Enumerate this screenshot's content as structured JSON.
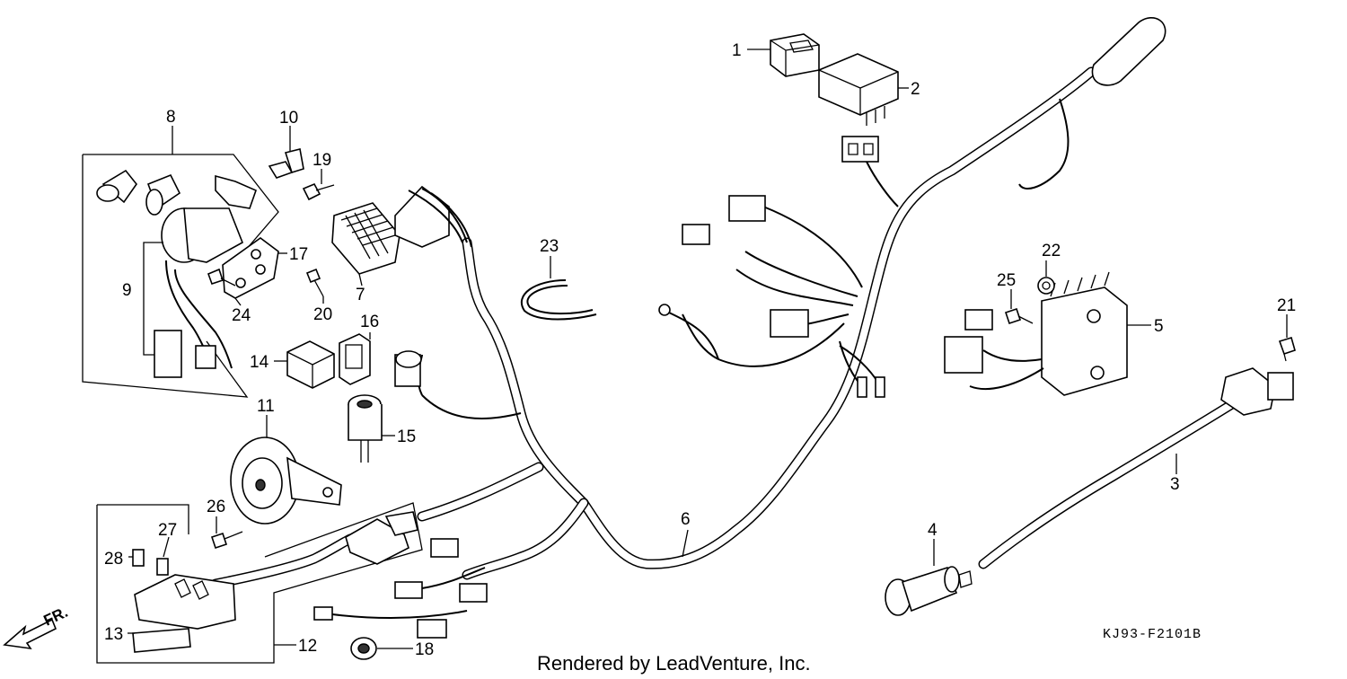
{
  "callouts": [
    {
      "id": "1",
      "text": "1"
    },
    {
      "id": "2",
      "text": "2"
    },
    {
      "id": "3",
      "text": "3"
    },
    {
      "id": "4",
      "text": "4"
    },
    {
      "id": "5",
      "text": "5"
    },
    {
      "id": "6",
      "text": "6"
    },
    {
      "id": "7",
      "text": "7"
    },
    {
      "id": "8",
      "text": "8"
    },
    {
      "id": "9",
      "text": "9"
    },
    {
      "id": "10",
      "text": "10"
    },
    {
      "id": "11",
      "text": "11"
    },
    {
      "id": "12",
      "text": "12"
    },
    {
      "id": "13",
      "text": "13"
    },
    {
      "id": "14",
      "text": "14"
    },
    {
      "id": "15",
      "text": "15"
    },
    {
      "id": "16",
      "text": "16"
    },
    {
      "id": "17",
      "text": "17"
    },
    {
      "id": "18",
      "text": "18"
    },
    {
      "id": "19",
      "text": "19"
    },
    {
      "id": "20",
      "text": "20"
    },
    {
      "id": "21",
      "text": "21"
    },
    {
      "id": "22",
      "text": "22"
    },
    {
      "id": "23",
      "text": "23"
    },
    {
      "id": "24",
      "text": "24"
    },
    {
      "id": "25",
      "text": "25"
    },
    {
      "id": "26",
      "text": "26"
    },
    {
      "id": "27",
      "text": "27"
    },
    {
      "id": "28",
      "text": "28"
    }
  ],
  "direction_label": "FR.",
  "diagram_code": "KJ93-F2101B",
  "credit": "Rendered by LeadVenture, Inc."
}
